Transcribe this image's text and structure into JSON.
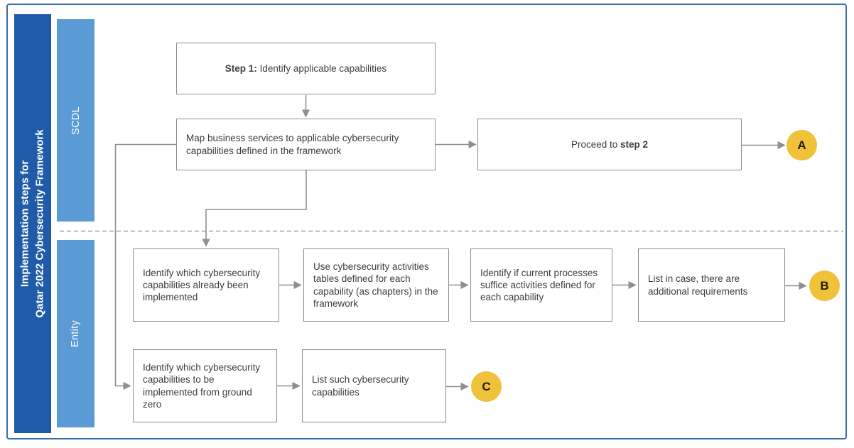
{
  "title": {
    "line1": "Implementation steps for",
    "line2": "Qatar 2022 Cybersecurity Framework"
  },
  "lanes": {
    "scdl": "SCDL",
    "entity": "Entity"
  },
  "scdl": {
    "step1_bold": "Step 1:",
    "step1_rest": " Identify applicable capabilities",
    "map_text": "Map business services to applicable cybersecurity capabilities defined in the framework",
    "proceed_pre": "Proceed to ",
    "proceed_bold": "step 2",
    "badge_a": "A"
  },
  "entity": {
    "row1": [
      "Identify which cybersecurity capabilities already been implemented",
      "Use cybersecurity activities tables defined for each capability (as chapters) in the framework",
      "Identify if current processes suffice activities defined for each capability",
      "List in case, there are additional requirements"
    ],
    "badge_b": "B",
    "row2": [
      "Identify which cybersecurity capabilities to be implemented from ground zero",
      "List such cybersecurity capabilities"
    ],
    "badge_c": "C"
  },
  "colors": {
    "frame_border": "#3a6ea5",
    "title_bar": "#1f5ba9",
    "lane_bar": "#5b9bd5",
    "box_border": "#8c8c8c",
    "connector": "#8f8f8f",
    "badge_fill": "#f0c239",
    "badge_text": "#241c0b",
    "box_text": "#3d3d3d"
  }
}
